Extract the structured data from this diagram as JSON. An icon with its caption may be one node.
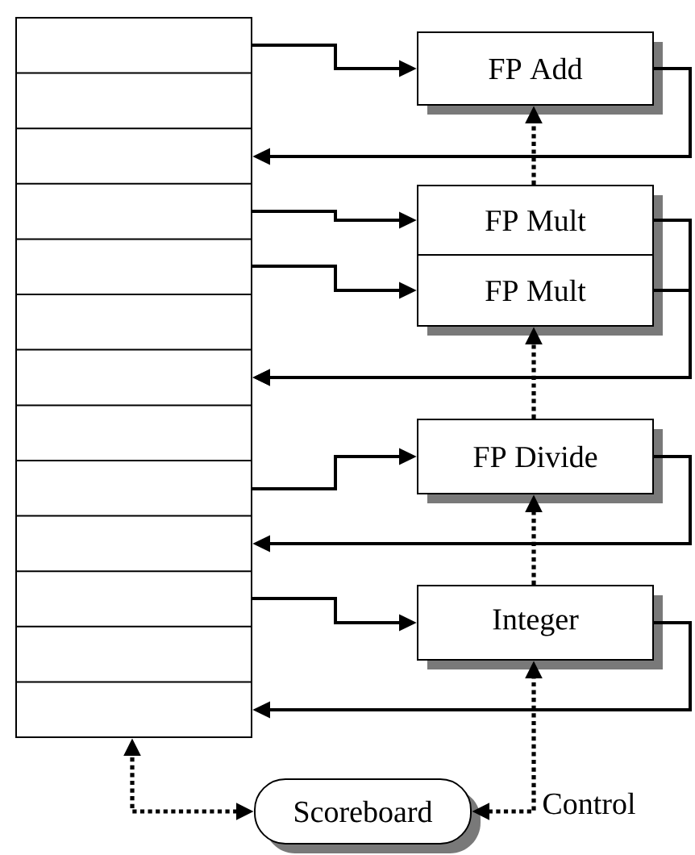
{
  "diagram": {
    "nodes": [
      {
        "text": [],
        "shape": "box"
      },
      {
        "text": [
          "FP Add"
        ]
      },
      {
        "text": [
          "FP Mult"
        ]
      },
      {
        "text": [
          "FP Mult"
        ]
      },
      {
        "text": [
          "FP Divide"
        ]
      },
      {
        "text": [
          "Integer"
        ]
      },
      {
        "text": [
          "Scoreboard"
        ]
      }
    ],
    "edges": [
      {
        "from": 0,
        "to": 1,
        "arrow": "to"
      },
      {
        "from": 1,
        "to": 0,
        "arrow": "to"
      },
      {
        "from": 0,
        "to": 2,
        "arrow": "to"
      },
      {
        "from": 0,
        "to": 3,
        "arrow": "to"
      },
      {
        "from": 2,
        "to": 0,
        "arrow": "to"
      },
      {
        "from": 3,
        "to": 0,
        "arrow": "to"
      },
      {
        "from": 0,
        "to": 4,
        "arrow": "to"
      },
      {
        "from": 4,
        "to": 0,
        "arrow": "to"
      },
      {
        "from": 0,
        "to": 5,
        "arrow": "to"
      },
      {
        "from": 5,
        "to": 0,
        "arrow": "to"
      },
      {
        "from": 2,
        "to": 1,
        "arrow": "to",
        "style": "dashed"
      },
      {
        "from": 4,
        "to": 3,
        "arrow": "to",
        "style": "dashed"
      },
      {
        "from": 5,
        "to": 4,
        "arrow": "to",
        "style": "dashed"
      },
      {
        "from": 6,
        "to": 0,
        "arrow": "both",
        "style": "dashed"
      },
      {
        "from": 6,
        "to": 5,
        "arrow": "both",
        "style": "dashed"
      }
    ],
    "labels": [
      "Control"
    ]
  }
}
